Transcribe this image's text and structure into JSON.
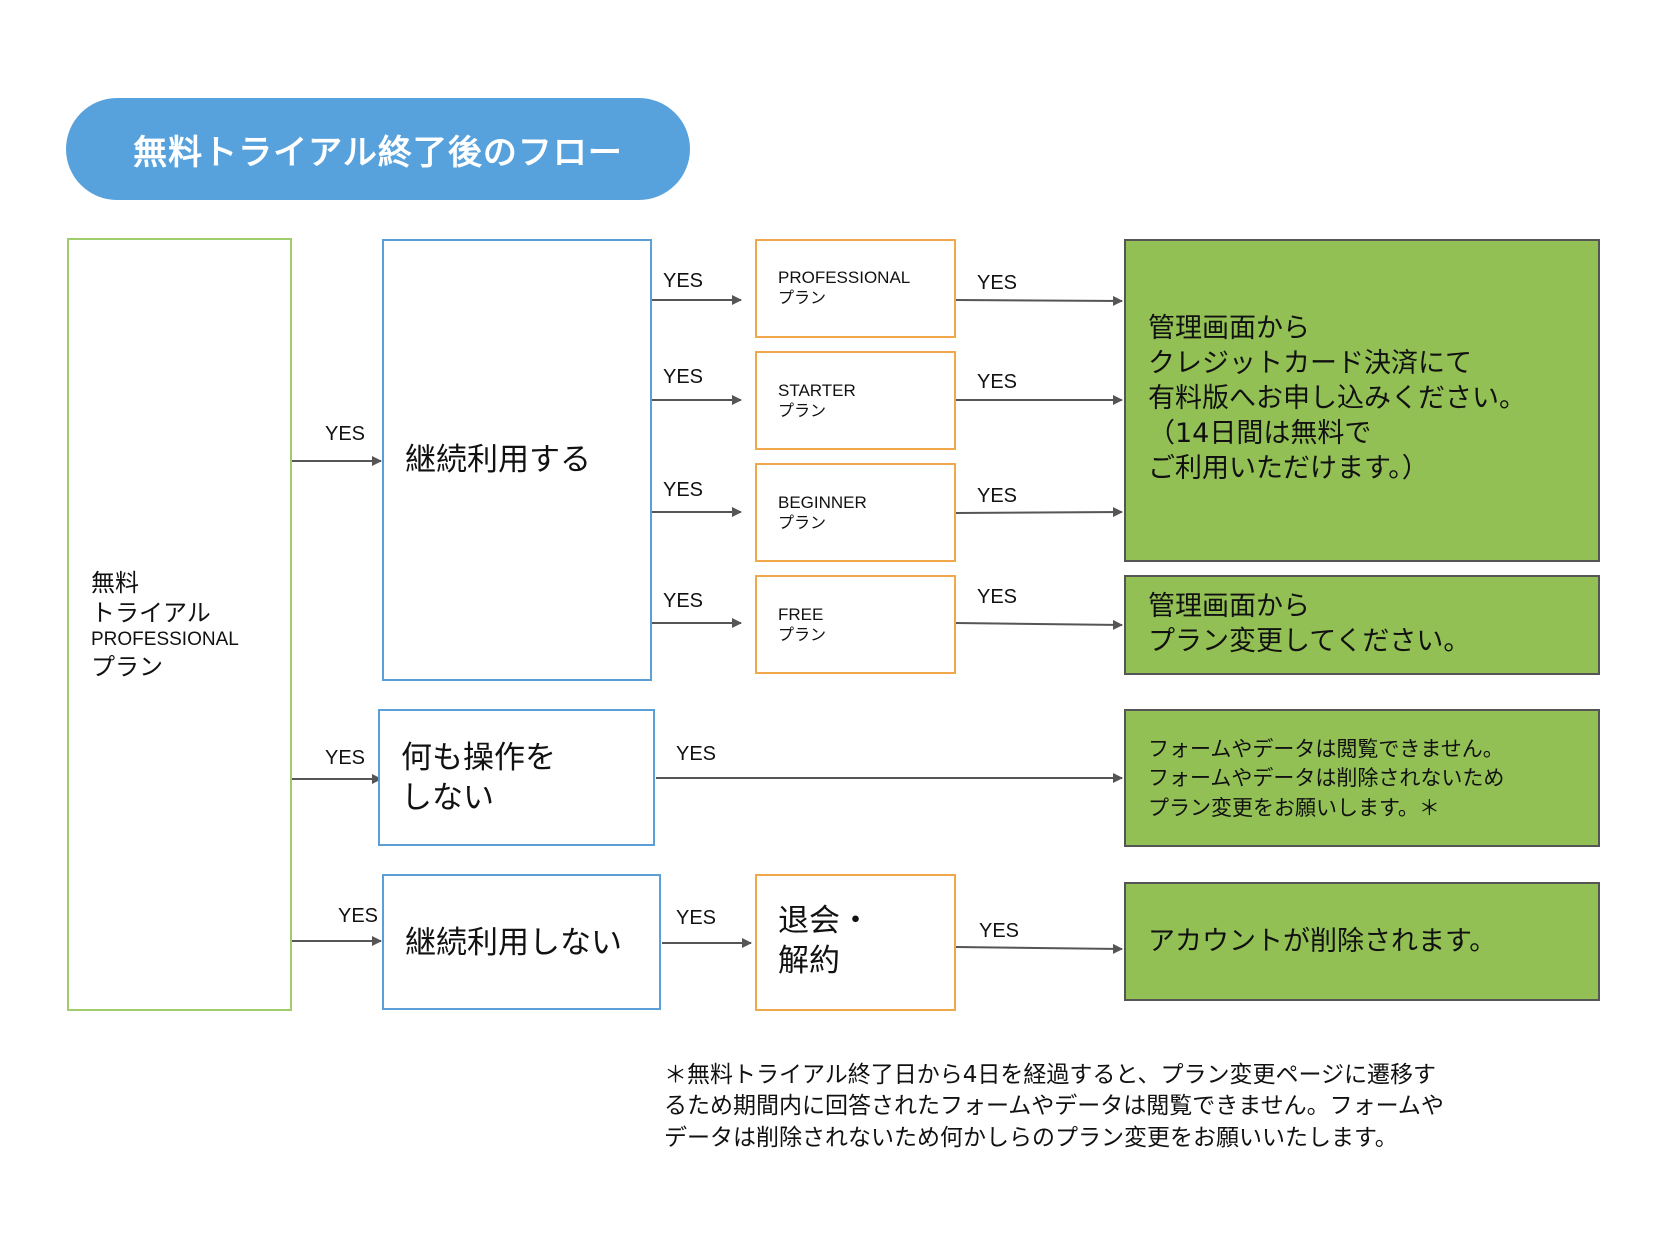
{
  "title": "無料トライアル終了後のフロー",
  "start": {
    "line1": "無料",
    "line2": "トライアル",
    "line3": "PROFESSIONAL",
    "line4": "プラン"
  },
  "decisions": {
    "continue": "継続利用する",
    "no_action": "何も操作を\nしない",
    "stop": "継続利用しない"
  },
  "plans": [
    {
      "name": "PROFESSIONAL",
      "sub": "プラン"
    },
    {
      "name": "STARTER",
      "sub": "プラン"
    },
    {
      "name": "BEGINNER",
      "sub": "プラン"
    },
    {
      "name": "FREE",
      "sub": "プラン"
    }
  ],
  "cancel": "退会・\n解約",
  "results": {
    "paid": "管理画面から\nクレジットカード決済にて\n有料版へお申し込みください。\n（14日間は無料で\nご利用いただけます。）",
    "free": "管理画面から\nプラン変更してください。",
    "no_action": "フォームやデータは閲覧できません。\nフォームやデータは削除されないため\nプラン変更をお願いします。＊",
    "deleted": "アカウントが削除されます。"
  },
  "yes_label": "YES",
  "footnote": "＊無料トライアル終了日から4日を経過すると、プラン変更ページに遷移す\nるため期間内に回答されたフォームやデータは閲覧できません。フォームや\nデータは削除されないため何かしらのプラン変更をお願いいたします。",
  "colors": {
    "title_bg": "#57a2dc",
    "start_border": "#9fcd6b",
    "decision_border": "#5b9fd6",
    "plan_border": "#f0a84a",
    "result_fill": "#93c054",
    "arrow": "#555555"
  }
}
